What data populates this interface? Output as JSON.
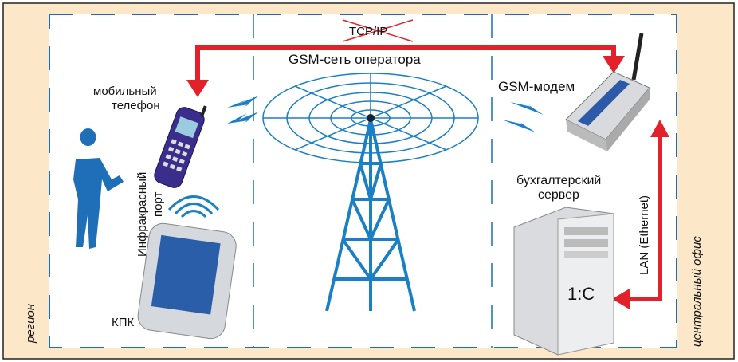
{
  "labels": {
    "tcpip": "TCP/IP",
    "gsm_network": "GSM-сеть оператора",
    "mobile_phone": [
      "мобильный",
      "телефон"
    ],
    "infrared_port": [
      "Инфракрасный",
      "порт"
    ],
    "kpk": "КПК",
    "gsm_modem": "GSM-модем",
    "server": [
      "бухгалтерский",
      "сервер"
    ],
    "server_tag": "1:C",
    "lan": "LAN (Ethernet)",
    "region": "регион",
    "central_office": "центральный офис"
  },
  "colors": {
    "background": "#fde7c9",
    "dashes": "#1d6fb5",
    "arrow": "#e3212b",
    "tower": "#1a7fc4"
  }
}
